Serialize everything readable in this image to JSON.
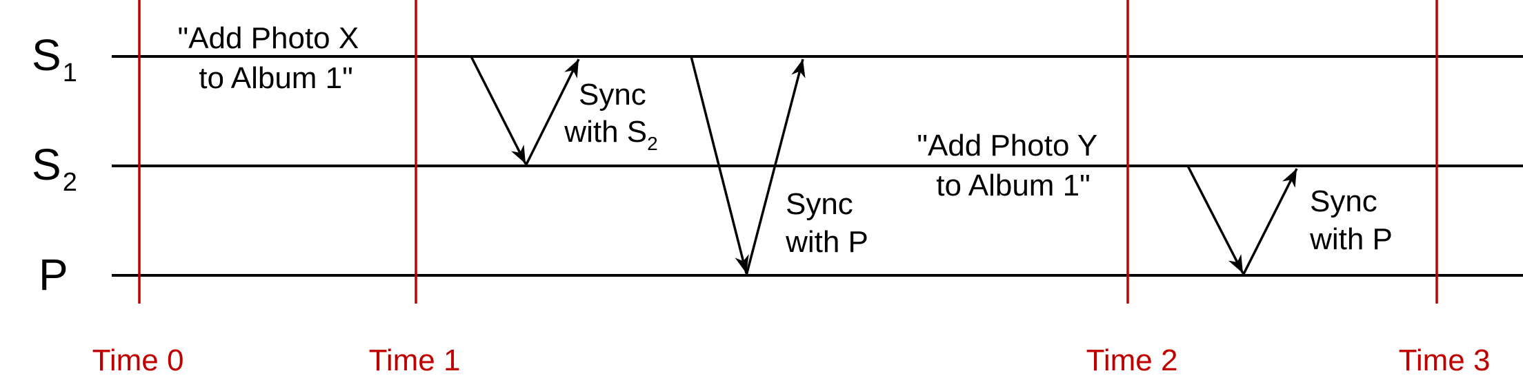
{
  "colors": {
    "time_marker": "#c00000",
    "lines": "#000000"
  },
  "lanes": [
    {
      "name": "S",
      "subscript": "1"
    },
    {
      "name": "S",
      "subscript": "2"
    },
    {
      "name": "P",
      "subscript": ""
    }
  ],
  "events": [
    {
      "line1": "\"Add Photo X",
      "line2": "to Album 1\""
    },
    {
      "line1": "\"Add Photo Y",
      "line2": "to Album 1\""
    }
  ],
  "syncs": [
    {
      "line1": "Sync",
      "line2": "with S",
      "line2_sub": "2"
    },
    {
      "line1": "Sync",
      "line2": "with P",
      "line2_sub": ""
    },
    {
      "line1": "Sync",
      "line2": "with P",
      "line2_sub": ""
    }
  ],
  "times": [
    "Time 0",
    "Time 1",
    "Time 2",
    "Time 3"
  ]
}
